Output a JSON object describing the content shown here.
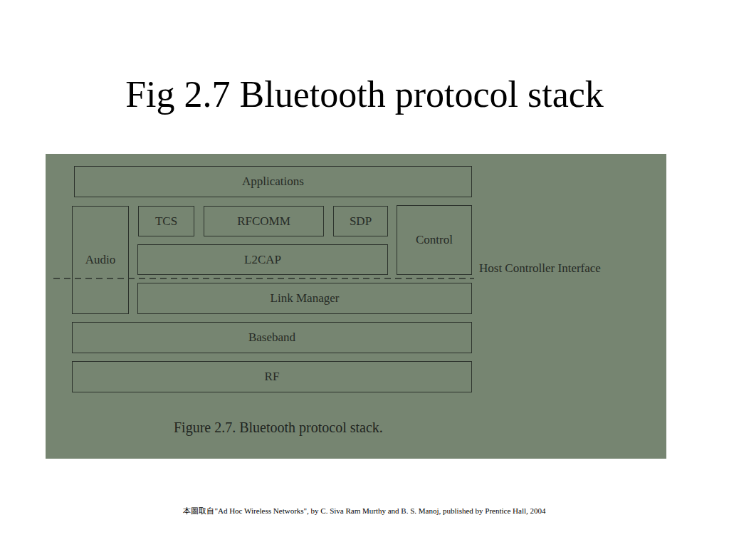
{
  "diagram": {
    "title": "Fig 2.7 Bluetooth protocol stack",
    "caption": "Figure 2.7. Bluetooth protocol stack.",
    "nodes": [
      {
        "text": [
          "Applications"
        ]
      },
      {
        "text": [
          "Audio"
        ]
      },
      {
        "text": [
          "TCS"
        ]
      },
      {
        "text": [
          "RFCOMM"
        ]
      },
      {
        "text": [
          "SDP"
        ]
      },
      {
        "text": [
          "Control"
        ]
      },
      {
        "text": [
          "L2CAP"
        ]
      },
      {
        "text": [
          "Link Manager"
        ]
      },
      {
        "text": [
          "Baseband"
        ]
      },
      {
        "text": [
          "RF"
        ]
      }
    ],
    "labels": [
      "Host Controller Interface",
      "本圖取自\"Ad Hoc Wireless Networks\", by C. Siva Ram Murthy and B. S. Manoj, published by Prentice Hall, 2004"
    ]
  }
}
